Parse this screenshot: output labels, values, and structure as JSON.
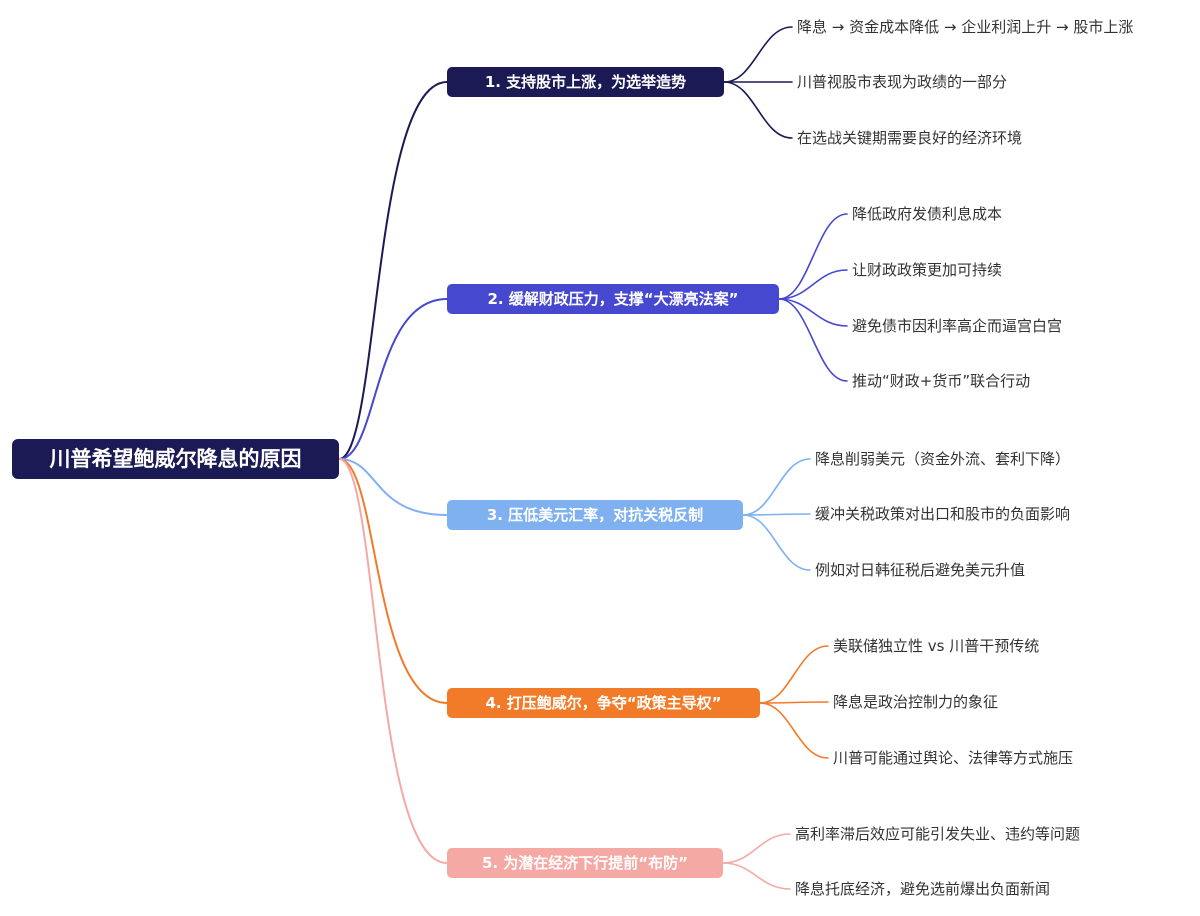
{
  "root": {
    "label": "川普希望鲍威尔降息的原因",
    "color": "#1b1a55"
  },
  "branches": [
    {
      "label": "1. 支持股市上涨，为选举造势",
      "color": "#1b1a55",
      "children": [
        "降息 → 资金成本降低 → 企业利润上升 → 股市上涨",
        "川普视股市表现为政绩的一部分",
        "在选战关键期需要良好的经济环境"
      ]
    },
    {
      "label": "2. 缓解财政压力，支撑“大漂亮法案”",
      "color": "#4648cf",
      "children": [
        "降低政府发债利息成本",
        "让财政政策更加可持续",
        "避免债市因利率高企而逼宫白宫",
        "推动“财政+货币”联合行动"
      ]
    },
    {
      "label": "3. 压低美元汇率，对抗关税反制",
      "color": "#7fb0f0",
      "children": [
        "降息削弱美元（资金外流、套利下降）",
        "缓冲关税政策对出口和股市的负面影响",
        "例如对日韩征税后避免美元升值"
      ]
    },
    {
      "label": "4. 打压鲍威尔，争夺“政策主导权”",
      "color": "#f27b2a",
      "children": [
        "美联储独立性 vs 川普干预传统",
        "降息是政治控制力的象征",
        "川普可能通过舆论、法律等方式施压"
      ]
    },
    {
      "label": "5. 为潜在经济下行提前“布防”",
      "color": "#f5a9a4",
      "children": [
        "高利率滞后效应可能引发失业、违约等问题",
        "降息托底经济，避免选前爆出负面新闻"
      ]
    }
  ]
}
